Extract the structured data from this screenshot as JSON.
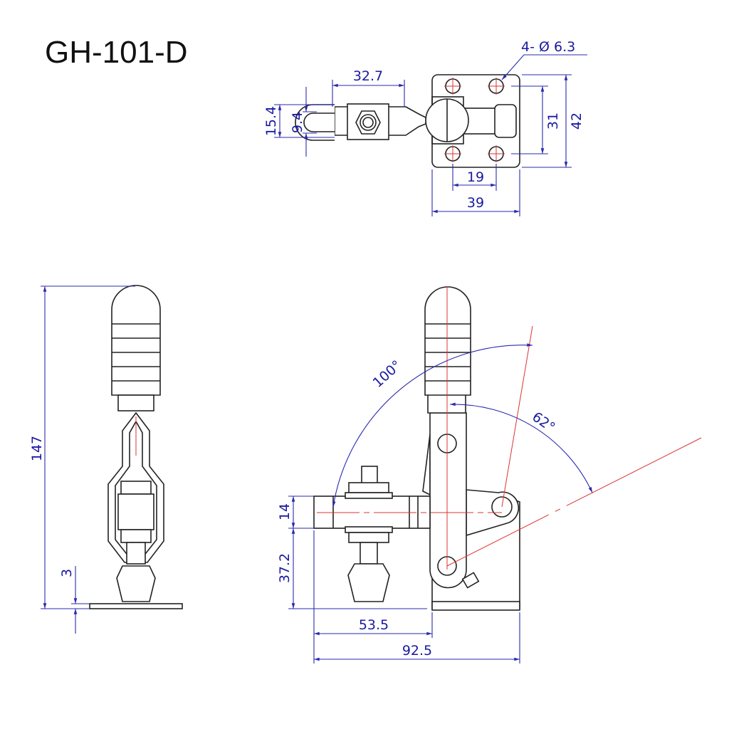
{
  "title": "GH-101-D",
  "top_view": {
    "slot_length": "32.7",
    "slot_outer_width": "15.4",
    "slot_inner_width": "9.4",
    "holes": "4- Ø 6.3",
    "hole_spacing_y": "31",
    "plate_height": "42",
    "hole_spacing_x": "19",
    "plate_width": "39"
  },
  "side_view": {
    "overall_height": "147",
    "base_thickness": "3"
  },
  "front_view": {
    "open_angle": "100°",
    "release_angle": "62°",
    "bar_height": "14",
    "spindle_height": "37.2",
    "reach": "53.5",
    "overall_length": "92.5"
  },
  "colors": {
    "dimension": "#1a1aa0",
    "centerline": "#d33333",
    "outline": "#222222"
  }
}
